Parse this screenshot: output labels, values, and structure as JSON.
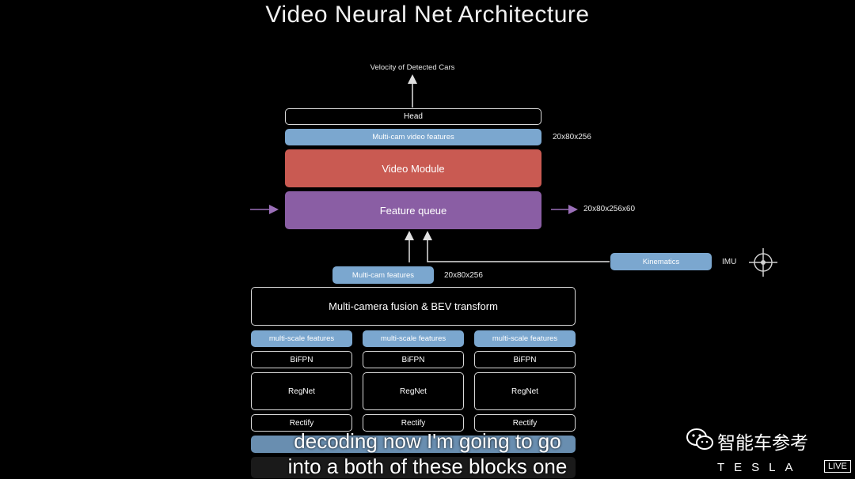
{
  "title": "Video Neural Net Architecture",
  "output_label": "Velocity of Detected Cars",
  "head_label": "Head",
  "video_features_label": "Multi-cam video features",
  "video_features_dim": "20x80x256",
  "video_module_label": "Video Module",
  "feature_queue_label": "Feature queue",
  "feature_queue_dim": "20x80x256x60",
  "kinematics_label": "Kinematics",
  "imu_label": "IMU",
  "multicam_features_label": "Multi-cam features",
  "multicam_features_dim": "20x80x256",
  "fusion_label": "Multi-camera fusion & BEV transform",
  "columns": [
    {
      "features": "multi-scale features",
      "bifpn": "BiFPN",
      "regnet": "RegNet",
      "rectify": "Rectify"
    },
    {
      "features": "multi-scale features",
      "bifpn": "BiFPN",
      "regnet": "RegNet",
      "rectify": "Rectify"
    },
    {
      "features": "multi-scale features",
      "bifpn": "BiFPN",
      "regnet": "RegNet",
      "rectify": "Rectify"
    }
  ],
  "subtitle_line1": "decoding now I'm going to go",
  "subtitle_line2": "into a both of these blocks one",
  "watermark_text": "智能车参考",
  "brand_text": "TESLA",
  "live_badge": "LIVE",
  "colors": {
    "blue": "#7ba7cf",
    "red": "#c95a52",
    "purple": "#8a5ea4",
    "arrow_purple": "#9b6fb8"
  }
}
